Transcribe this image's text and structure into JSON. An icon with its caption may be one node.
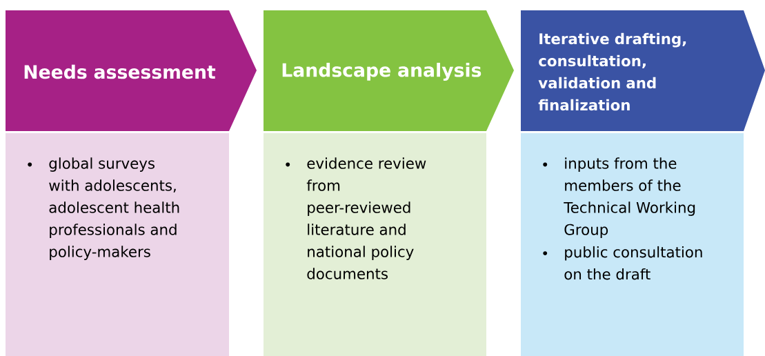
{
  "diagram": {
    "nodes": [
      {
        "text": [
          "Needs assessment"
        ]
      },
      {
        "text": [
          "Landscape analysis"
        ]
      },
      {
        "text": [
          "Iterative drafting, consultation, validation and finalization"
        ]
      },
      {
        "text": [
          "global surveys with adolescents, adolescent health professionals and policy-makers"
        ]
      },
      {
        "text": [
          "evidence review from peer-reviewed literature and national policy documents"
        ]
      },
      {
        "text": [
          "inputs from the members of the Technical Working Group",
          "public consultation on the draft"
        ]
      }
    ]
  }
}
